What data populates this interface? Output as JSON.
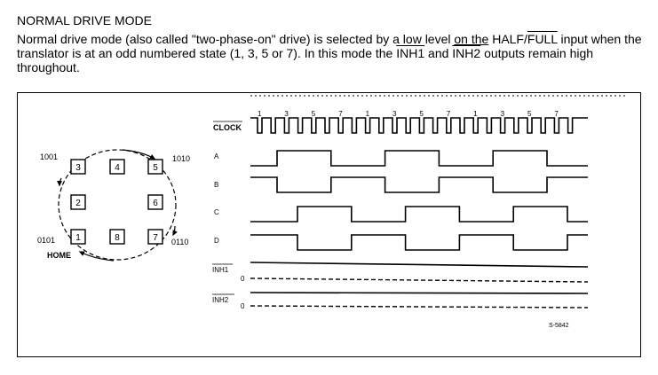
{
  "heading": "NORMAL DRIVE MODE",
  "paragraph": {
    "p1": "Normal drive mode (also called \"two-phase-on\" drive) is selected by a low level ",
    "p2": "on the",
    "p3": " HALF/",
    "p4": "FULL",
    "p5": " input when the translator is at an odd numbered state (1, 3, 5 or 7). In this mode the ",
    "p6": "INH1",
    "p7": " and ",
    "p8": "INH2",
    "p9": " outputs remain high throughout."
  },
  "state_diagram": {
    "states": [
      "3",
      "4",
      "5",
      "2",
      "6",
      "1",
      "8",
      "7"
    ],
    "codes": {
      "state3": "1001",
      "state5": "1010",
      "state1": "0101",
      "state7": "0110"
    },
    "home_label": "HOME"
  },
  "timing": {
    "clock_label": "CLOCK",
    "clock_numbers": [
      "1",
      "3",
      "5",
      "7",
      "1",
      "3",
      "5",
      "7",
      "1",
      "3",
      "5",
      "7"
    ],
    "signal_labels": {
      "a": "A",
      "b": "B",
      "c": "C",
      "d": "D",
      "inh1": "INH1",
      "inh2": "INH2"
    },
    "zero_label": "0",
    "figure_code": "S-5842"
  }
}
